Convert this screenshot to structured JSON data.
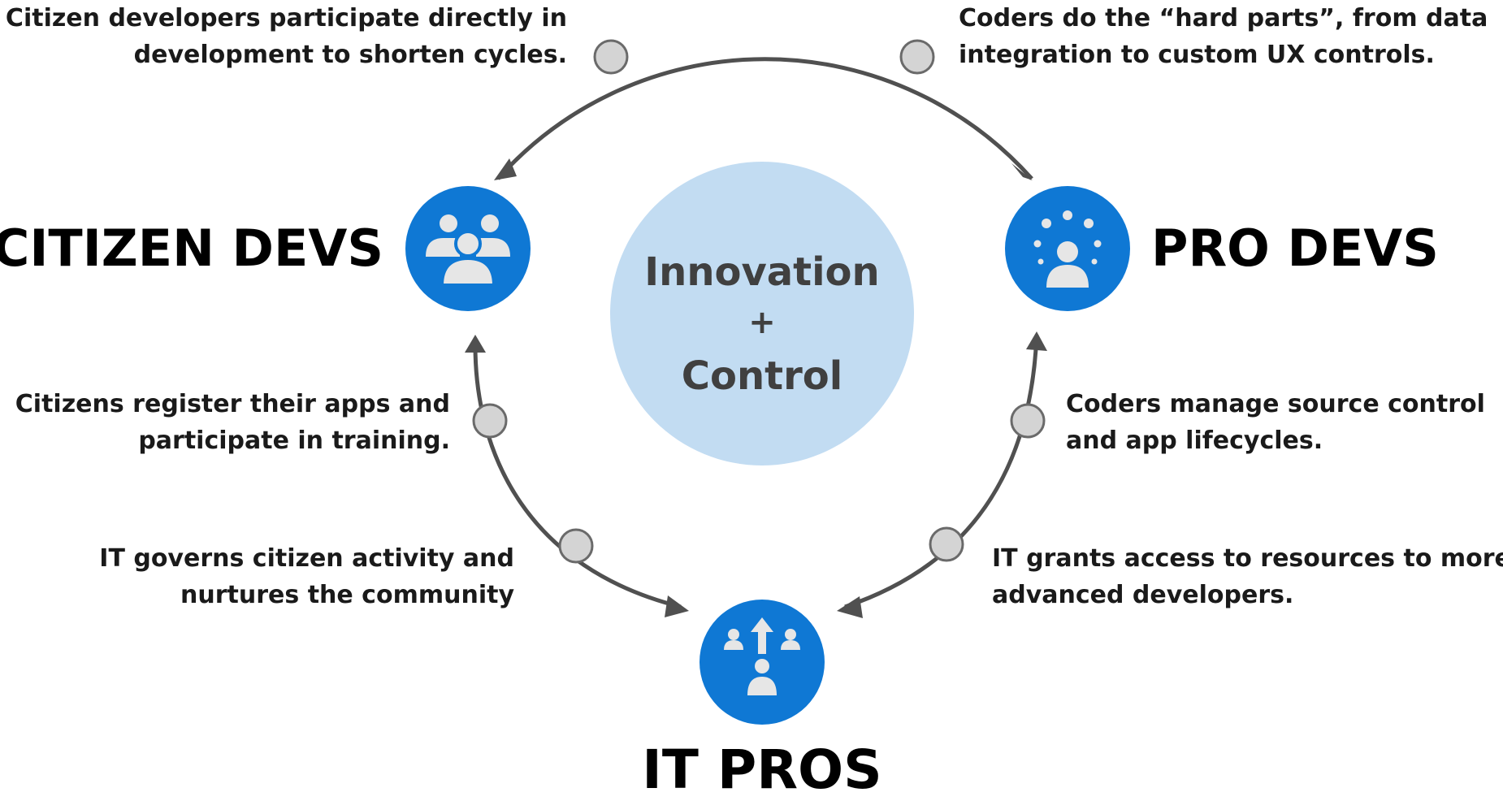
{
  "center": {
    "line1": "Innovation",
    "line2": "+",
    "line3": "Control"
  },
  "roles": {
    "citizen": "CITIZEN DEVS",
    "pro": "PRO DEVS",
    "it": "IT PROS"
  },
  "descriptions": {
    "top_left": [
      "Citizen developers participate directly in",
      "development to shorten cycles."
    ],
    "top_right": [
      "Coders do the “hard parts”, from data",
      "integration to custom UX controls."
    ],
    "mid_left": [
      "Citizens register their apps and",
      "participate in training."
    ],
    "mid_right": [
      "Coders manage source control",
      "and app lifecycles."
    ],
    "bottom_left": [
      "IT governs citizen activity and",
      "nurtures the community"
    ],
    "bottom_right": [
      "IT grants access to resources to more",
      "advanced developers."
    ]
  },
  "icons": {
    "citizen": "group-of-people-icon",
    "pro": "person-with-radiating-dots-icon",
    "it": "people-with-up-arrow-icon"
  },
  "colors": {
    "role_circle": "#0f78d4",
    "center_circle": "#c2dcf2",
    "arc": "#505050",
    "node_fill": "#d4d4d4",
    "node_stroke": "#6a6a6a",
    "icon_fill": "#e6e6e6"
  }
}
